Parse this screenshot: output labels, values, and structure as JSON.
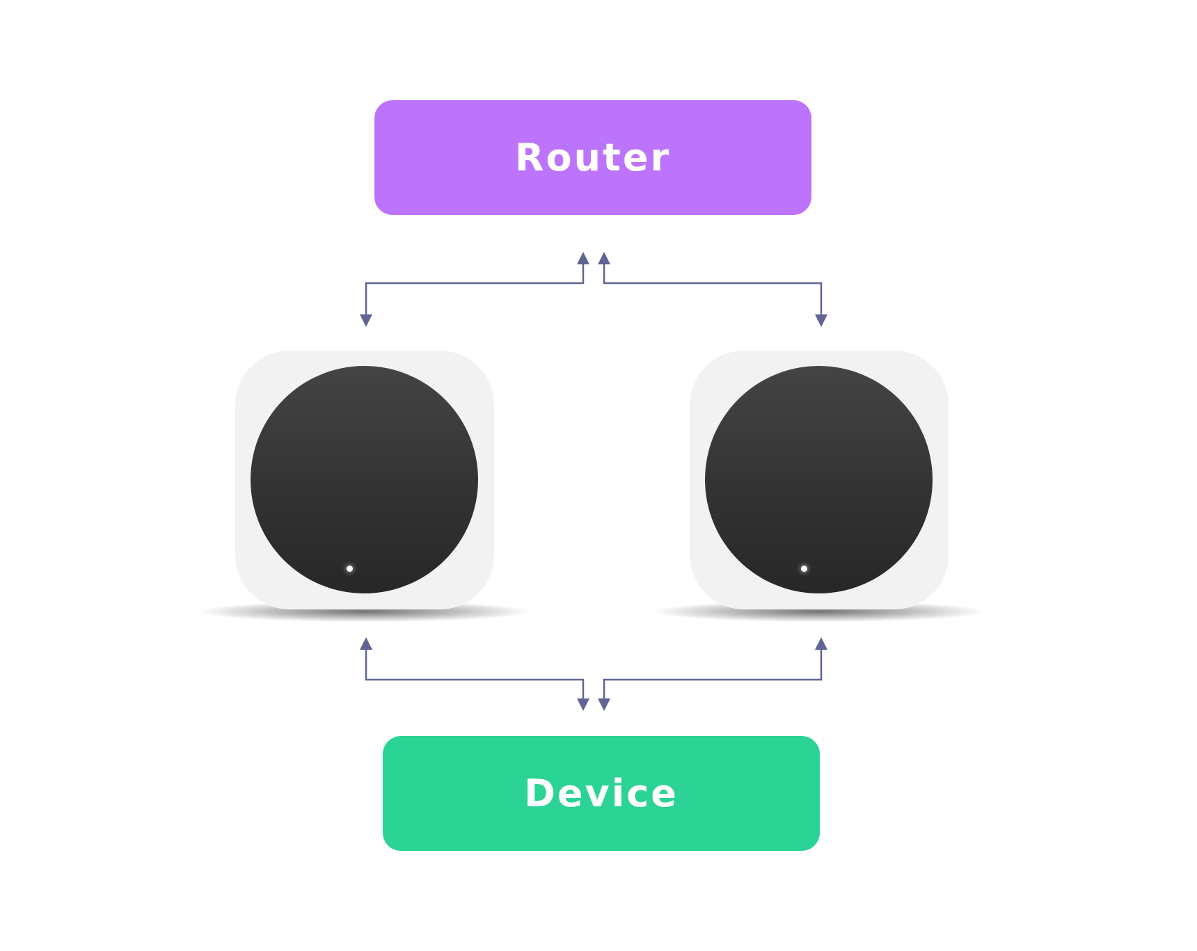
{
  "router": {
    "label": "Router",
    "color": "#bd74fd"
  },
  "device": {
    "label": "Device",
    "color": "#2bd494"
  },
  "hubs": [
    {
      "name": "hub-left",
      "body_color": "#f2f2f2",
      "disc_color": "#333333"
    },
    {
      "name": "hub-right",
      "body_color": "#f2f2f2",
      "disc_color": "#333333"
    }
  ],
  "connector_color": "#5f6495"
}
